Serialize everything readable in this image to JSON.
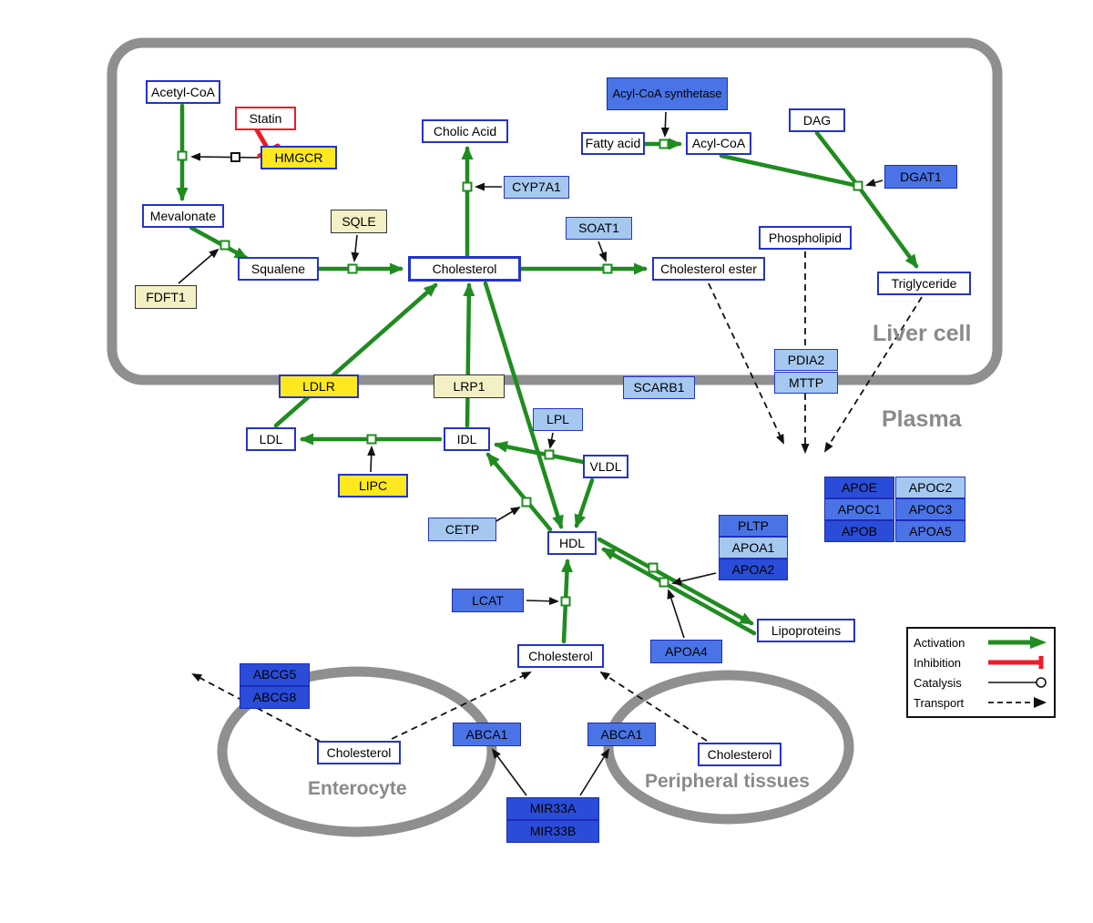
{
  "compartments": {
    "liver": "Liver cell",
    "plasma": "Plasma",
    "enterocyte": "Enterocyte",
    "peripheral": "Peripheral tissues"
  },
  "legend": {
    "activation": "Activation",
    "inhibition": "Inhibition",
    "catalysis": "Catalysis",
    "transport": "Transport"
  },
  "nodes": {
    "acetyl_coa": "Acetyl-CoA",
    "statin": "Statin",
    "hmgcr": "HMGCR",
    "mevalonate": "Mevalonate",
    "sqle": "SQLE",
    "fdft1": "FDFT1",
    "squalene": "Squalene",
    "cholic_acid": "Cholic Acid",
    "cyp7a1": "CYP7A1",
    "cholesterol_liver": "Cholesterol",
    "soat1": "SOAT1",
    "cholesterol_ester": "Cholesterol ester",
    "acyl_coa_synthetase": "Acyl-CoA synthetase",
    "fatty_acid": "Fatty acid",
    "acyl_coa": "Acyl-CoA",
    "dag": "DAG",
    "dgat1": "DGAT1",
    "phospholipid": "Phospholipid",
    "triglyceride": "Triglyceride",
    "ldlr": "LDLR",
    "lrp1": "LRP1",
    "scarb1": "SCARB1",
    "pdia2": "PDIA2",
    "mttp": "MTTP",
    "ldl": "LDL",
    "idl": "IDL",
    "lpl": "LPL",
    "vldl": "VLDL",
    "lipc": "LIPC",
    "cetp": "CETP",
    "hdl": "HDL",
    "pltp": "PLTP",
    "apoa1": "APOA1",
    "apoa2": "APOA2",
    "apoe": "APOE",
    "apoc2": "APOC2",
    "apoc1": "APOC1",
    "apoc3": "APOC3",
    "apob": "APOB",
    "apoa5": "APOA5",
    "lcat": "LCAT",
    "apoa4": "APOA4",
    "lipoproteins": "Lipoproteins",
    "cholesterol_plasma": "Cholesterol",
    "abcg5": "ABCG5",
    "abcg8": "ABCG8",
    "cholesterol_enterocyte": "Cholesterol",
    "abca1": "ABCA1",
    "cholesterol_peripheral": "Cholesterol",
    "mir33a": "MIR33A",
    "mir33b": "MIR33B"
  },
  "colors": {
    "activation_green": "#1f8c1f",
    "inhibition_red": "#ed1c24",
    "metabolite_border_blue": "#2433cc",
    "gene_yellow": "#ffe81e",
    "gene_pale_yellow": "#f2f0c4",
    "gene_light_blue": "#a5c8f0",
    "gene_mid_blue": "#4a74e6",
    "gene_dark_blue": "#2a4cd8",
    "compartment_gray": "#8f8f8f"
  }
}
